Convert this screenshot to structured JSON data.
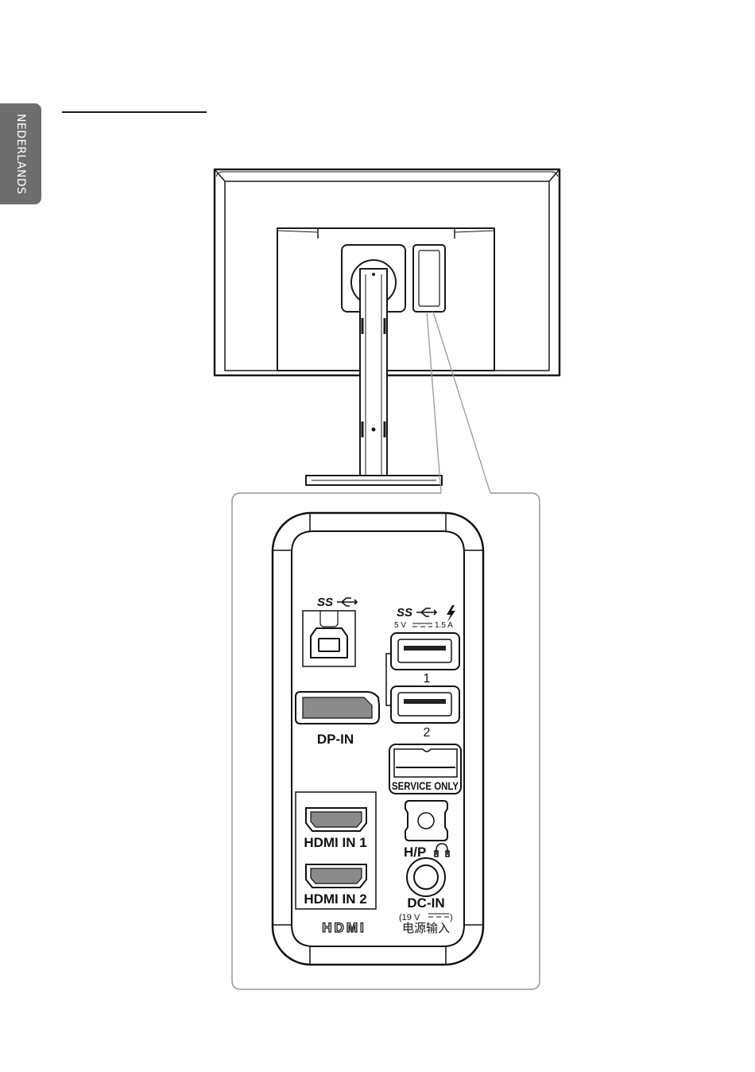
{
  "language_tab": {
    "label": "NEDERLANDS"
  },
  "ports": {
    "usb_upstream": {
      "logo": "SS"
    },
    "usb_downstream": {
      "logo": "SS",
      "voltage": "5 V",
      "current": "1.5 A",
      "port1_label": "1",
      "port2_label": "2"
    },
    "displayport": {
      "label": "DP-IN"
    },
    "service": {
      "label": "SERVICE ONLY"
    },
    "hdmi1": {
      "label": "HDMI IN 1"
    },
    "hdmi2": {
      "label": "HDMI IN 2"
    },
    "hdmi_logo": {
      "text": "HDMI"
    },
    "headphone": {
      "label": "H/P"
    },
    "dc_in": {
      "label": "DC-IN",
      "rating_open": "(19 V",
      "rating_close": ")",
      "chinese_label": "电源输入"
    }
  },
  "icons": {
    "superspeed_usb": "superspeed-usb-icon",
    "charge": "lightning-bolt-icon",
    "headphone": "headphone-icon",
    "dc_symbol": "direct-current-icon"
  }
}
